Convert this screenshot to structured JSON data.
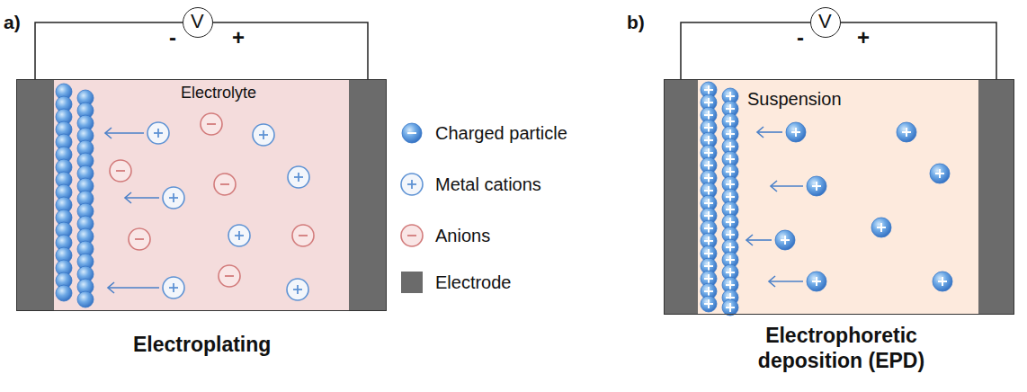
{
  "diagram": {
    "nodes": [
      {
        "text": [
          "V"
        ]
      },
      {
        "text": [
          "Electrolyte"
        ]
      },
      {
        "text": [
          "V"
        ]
      },
      {
        "text": [
          "Suspension"
        ]
      }
    ],
    "labels": [
      "a)",
      "-",
      "+",
      "Electroplating",
      "b)",
      "-",
      "+",
      "Electrophoretic deposition (EPD)"
    ],
    "legend": [
      {
        "text": "Charged particle"
      },
      {
        "text": "Metal cations"
      },
      {
        "text": "Anions"
      },
      {
        "text": "Electrode",
        "color": "#6b6b6b"
      }
    ]
  }
}
